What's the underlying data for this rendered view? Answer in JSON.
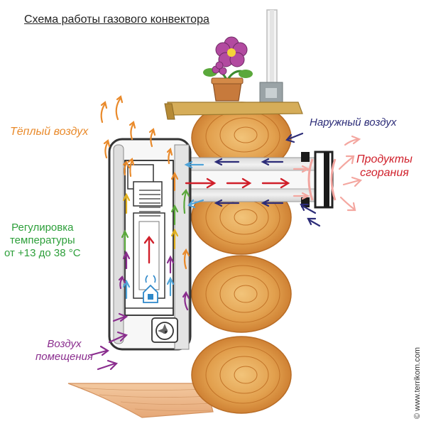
{
  "title": "Схема работы газового конвектора",
  "labels": {
    "warm_air": "Тёплый воздух",
    "outside_air": "Наружный воздух",
    "combustion_products_line1": "Продукты",
    "combustion_products_line2": "сгорания",
    "regulation_line1": "Регулировка",
    "regulation_line2": "температуры",
    "regulation_line3": "от +13 до 38 °С",
    "room_air_line1": "Воздух",
    "room_air_line2": "помещения"
  },
  "credit": "© www.terrikom.com",
  "colors": {
    "warm": "#e98a2b",
    "outside": "#2c2c78",
    "exhaust": "#d01f2a",
    "exhaust_light": "#f4a7a0",
    "regulation": "#2d9f3a",
    "room": "#8a2d8e",
    "cool": "#4fa3d8",
    "wood": "#d9913f",
    "wood_ring": "#c27328",
    "sill": "#c9a04a"
  },
  "icons": [
    "flower-pot-icon",
    "house-flame-icon",
    "fan-icon"
  ]
}
